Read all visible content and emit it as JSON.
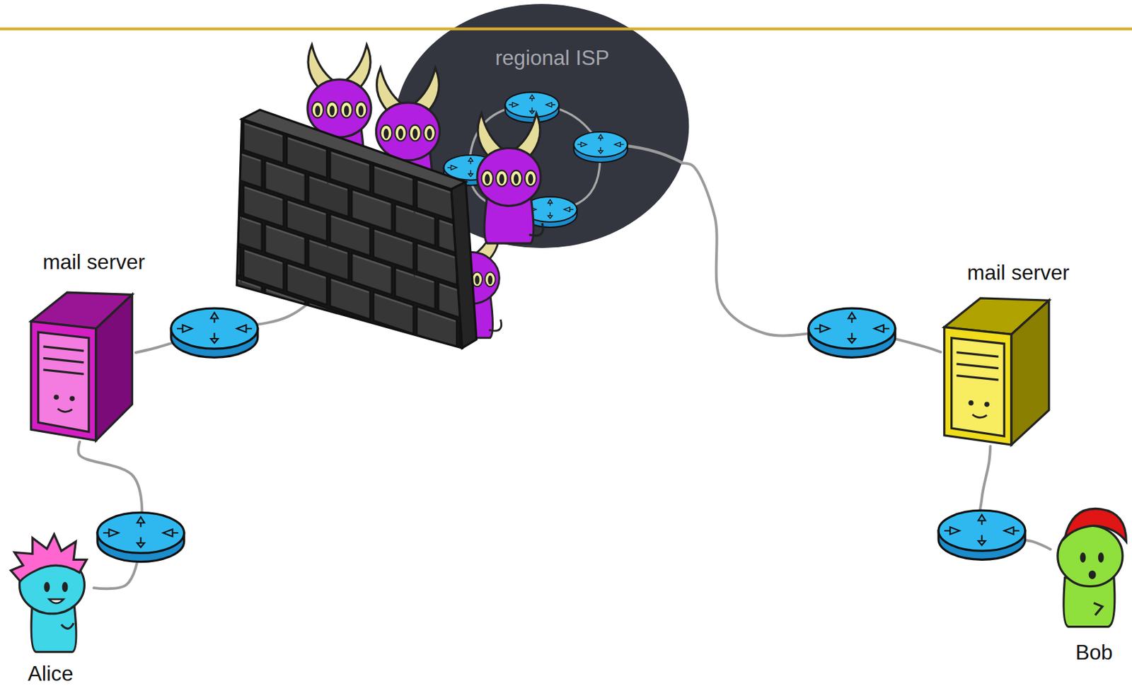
{
  "diagram": {
    "nodes": [
      {
        "text": [
          "regional ISP"
        ]
      },
      {
        "text": [
          "mail server"
        ]
      },
      {
        "text": [
          "mail server"
        ]
      },
      {
        "text": [
          "Alice"
        ]
      },
      {
        "text": [
          "Bob"
        ]
      }
    ],
    "edges": [
      {
        "from": 3,
        "to": 1,
        "arrow": "none"
      },
      {
        "from": 1,
        "to": 0,
        "arrow": "none"
      },
      {
        "from": 0,
        "to": 2,
        "arrow": "none"
      },
      {
        "from": 2,
        "to": 4,
        "arrow": "none"
      }
    ]
  }
}
